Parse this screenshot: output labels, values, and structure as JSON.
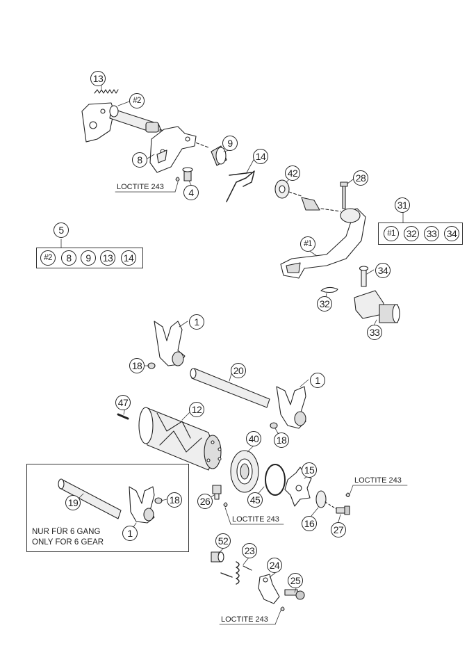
{
  "callouts": {
    "c13_top": "13",
    "c_hash2_top": "#2",
    "c8": "8",
    "c9": "9",
    "c14": "14",
    "c4": "4",
    "c42": "42",
    "c28": "28",
    "c31": "31",
    "c5": "5",
    "c_hash1": "#1",
    "c34": "34",
    "c32": "32",
    "c33": "33",
    "c1_a": "1",
    "c18_a": "18",
    "c20": "20",
    "c1_b": "1",
    "c47": "47",
    "c12": "12",
    "c40": "40",
    "c18_b": "18",
    "c15": "15",
    "c19": "19",
    "c18_c": "18",
    "c1_c": "1",
    "c26": "26",
    "c45": "45",
    "c16": "16",
    "c27": "27",
    "c52": "52",
    "c23": "23",
    "c24": "24",
    "c25": "25"
  },
  "kit_5": [
    "#2",
    "8",
    "9",
    "13",
    "14"
  ],
  "kit_31": [
    "#1",
    "32",
    "33",
    "34"
  ],
  "labels": {
    "loctite_1": "LOCTITE 243",
    "loctite_2": "LOCTITE 243",
    "loctite_3": "LOCTITE 243",
    "loctite_4": "LOCTITE 243"
  },
  "note": {
    "line1": "NUR FÜR 6 GANG",
    "line2": "ONLY FOR 6 GEAR"
  }
}
